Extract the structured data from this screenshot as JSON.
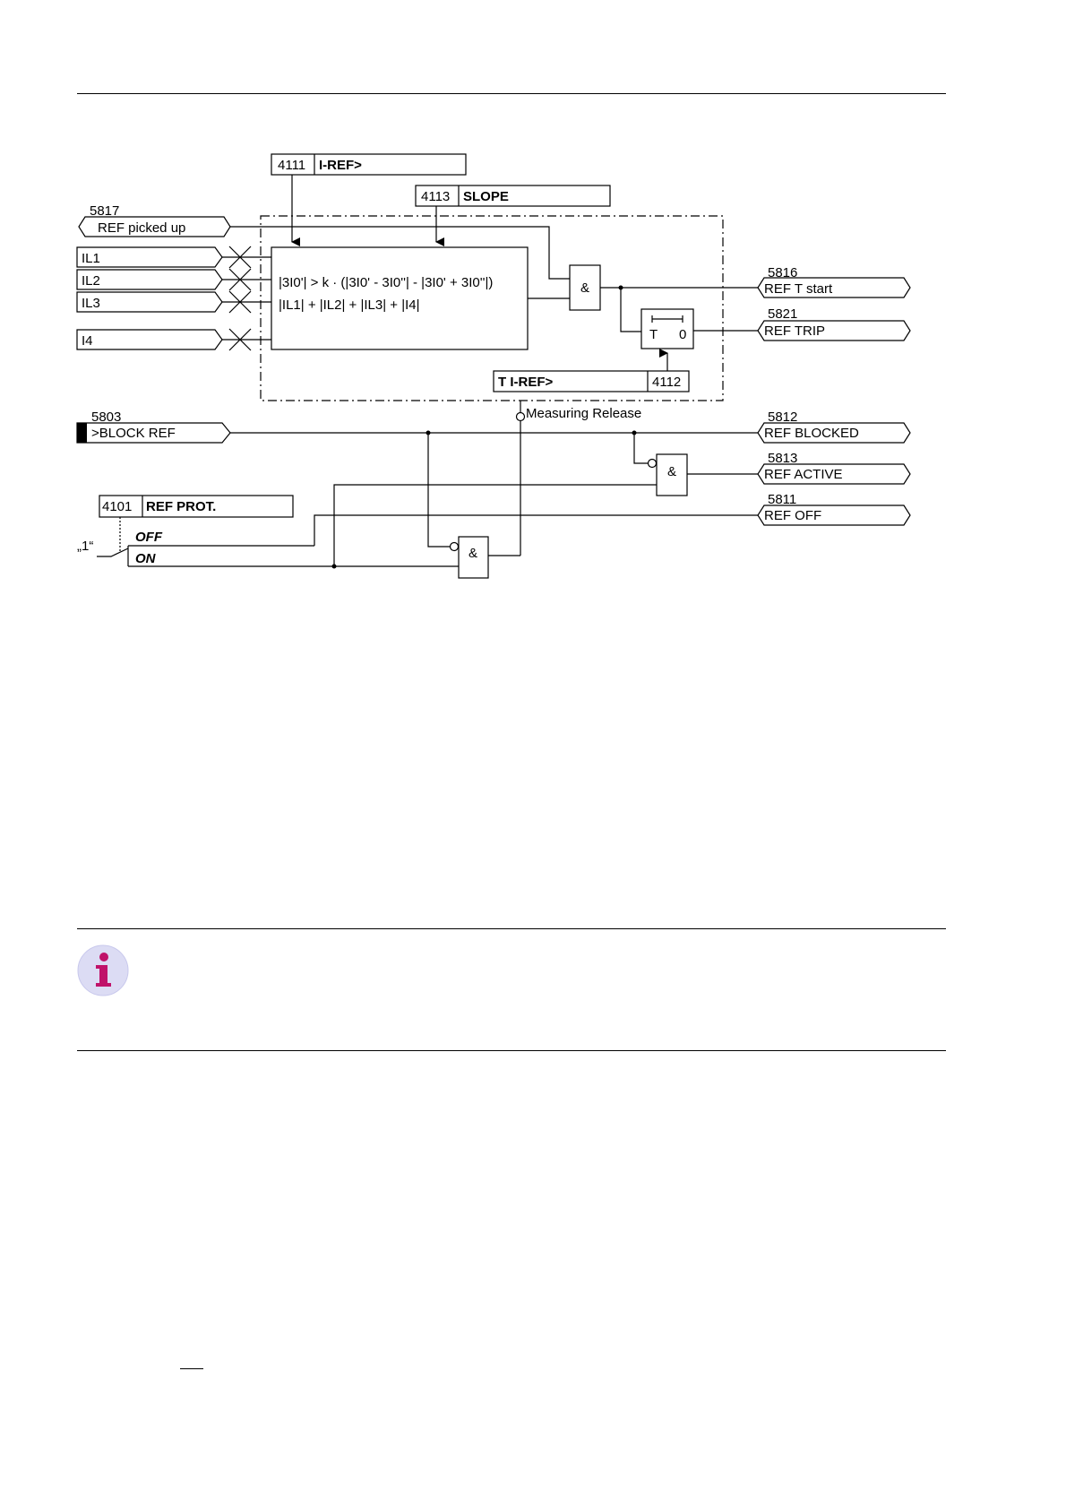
{
  "settings": {
    "i_ref": {
      "address": "4111",
      "label": "I-REF>"
    },
    "slope": {
      "address": "4113",
      "label": "SLOPE"
    },
    "t_i_ref": {
      "address": "4112",
      "label": "T I-REF>"
    },
    "ref_prot": {
      "address": "4101",
      "label": "REF PROT."
    }
  },
  "inputs": {
    "ref_picked_up": {
      "number": "5817",
      "label": "REF picked up"
    },
    "il1": "IL1",
    "il2": "IL2",
    "il3": "IL3",
    "i4": "I4",
    "block_ref": {
      "number": "5803",
      "label": ">BLOCK REF"
    }
  },
  "formula": {
    "line1": "|3I0'| > k · (|3I0' - 3I0''| - |3I0' + 3I0''|)",
    "line2": "|IL1| + |IL2| + |IL3| + |I4|"
  },
  "gates": {
    "and_symbol": "&"
  },
  "timer": {
    "t": "T",
    "zero": "0"
  },
  "measuring_release": "Measuring Release",
  "switch": {
    "const_one": "„1“",
    "off": "OFF",
    "on": "ON"
  },
  "outputs": {
    "ref_t_start": {
      "number": "5816",
      "label": "REF T start"
    },
    "ref_trip": {
      "number": "5821",
      "label": "REF TRIP"
    },
    "ref_blocked": {
      "number": "5812",
      "label": "REF BLOCKED"
    },
    "ref_active": {
      "number": "5813",
      "label": "REF ACTIVE"
    },
    "ref_off": {
      "number": "5811",
      "label": "REF OFF"
    }
  },
  "colors": {
    "info_icon_bg": "#dcdcf4",
    "info_icon_fg": "#c0126a"
  },
  "icons": {
    "note": "info-icon"
  }
}
